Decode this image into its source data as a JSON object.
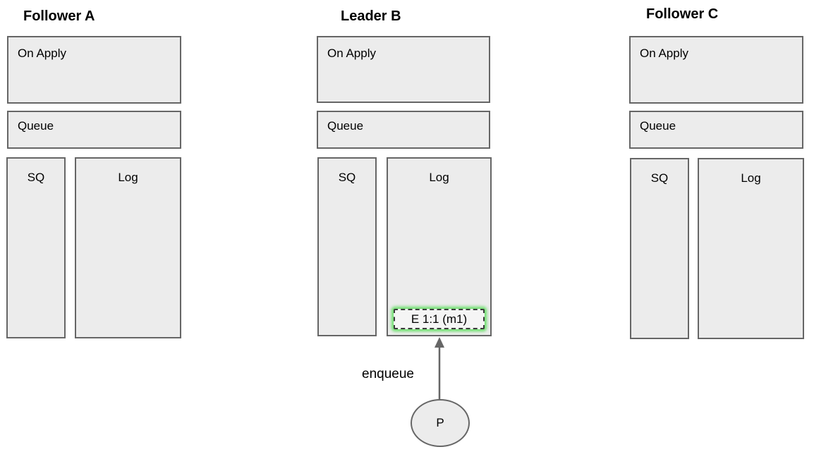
{
  "diagram": {
    "colors": {
      "background": "#ffffff",
      "box_fill": "#ececec",
      "box_border": "#666666",
      "entry_fill": "#f5f5f5",
      "entry_dash_border": "#3b3b3b",
      "entry_glow_green": "#50dc50",
      "arrow": "#666666",
      "text": "#000000"
    },
    "nodes": [
      {
        "title": "Follower A",
        "on_apply": "On Apply",
        "queue": "Queue",
        "sq": "SQ",
        "log": "Log"
      },
      {
        "title": "Leader B",
        "on_apply": "On Apply",
        "queue": "Queue",
        "sq": "SQ",
        "log": "Log",
        "log_entry": "E 1:1 (m1)"
      },
      {
        "title": "Follower C",
        "on_apply": "On Apply",
        "queue": "Queue",
        "sq": "SQ",
        "log": "Log"
      }
    ],
    "edge": {
      "label": "enqueue",
      "source_label": "P"
    }
  }
}
